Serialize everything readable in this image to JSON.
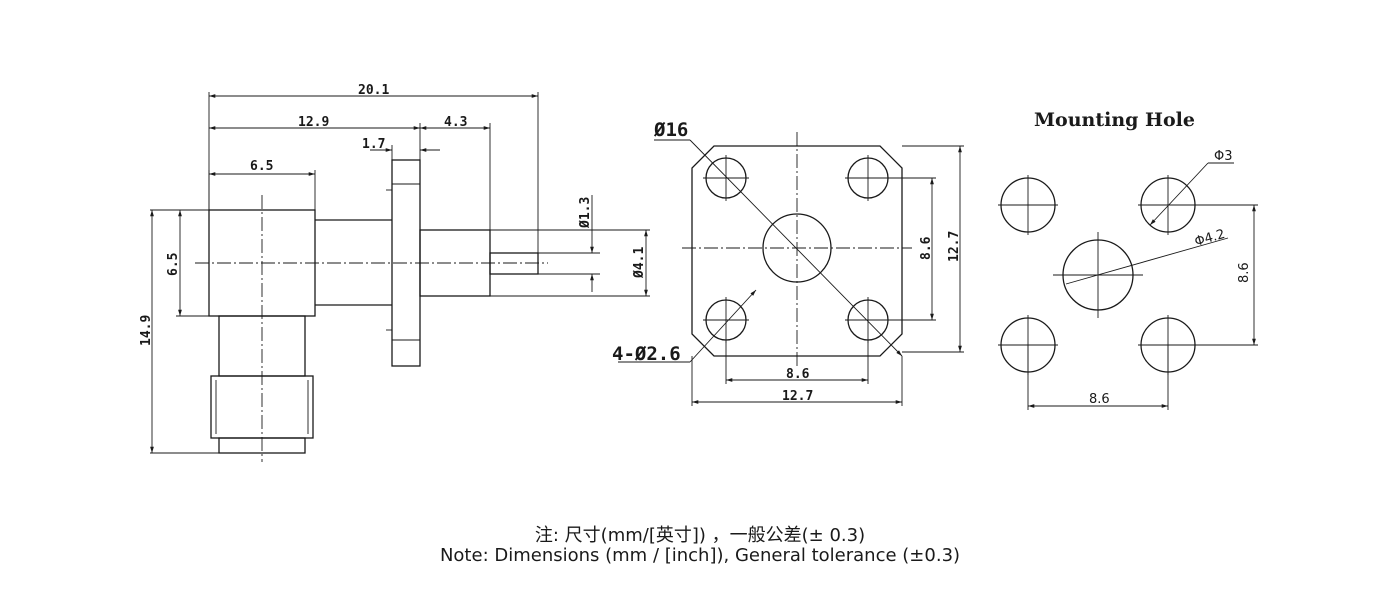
{
  "side_view": {
    "dims": {
      "overall_length": "20.1",
      "body_to_flange": "12.9",
      "flange_to_pin": "4.3",
      "flange_thickness": "1.7",
      "body_width": "6.5",
      "body_height": "6.5",
      "overall_height": "14.9",
      "pin_dia": "Ø1.3",
      "dielectric_dia": "Ø4.1"
    }
  },
  "front_view": {
    "flange_dia": "Ø16",
    "holes": "4-Ø2.6",
    "hole_spacing_h": "8.6",
    "flange_width": "12.7",
    "hole_spacing_v": "8.6",
    "flange_height": "12.7"
  },
  "mounting_hole": {
    "title": "Mounting Hole",
    "small_hole_dia": "Φ3",
    "center_hole_dia": "Φ4.2",
    "spacing_v": "8.6",
    "spacing_h": "8.6"
  },
  "notes": {
    "chinese": "注: 尺寸(mm/[英寸]) ，一般公差(± 0.3)",
    "english": "Note: Dimensions (mm / [inch]), General tolerance (±0.3)"
  }
}
